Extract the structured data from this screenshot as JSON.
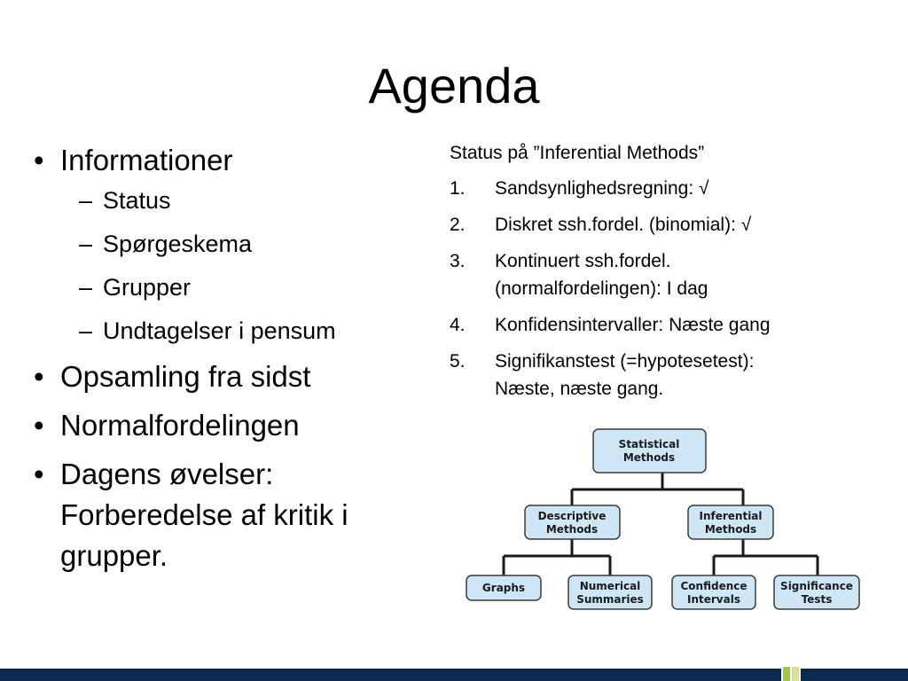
{
  "slide": {
    "title": "Agenda"
  },
  "left_list": {
    "bullet_symbol": "•",
    "sub_symbol": "–",
    "informationer": "Informationer",
    "sub_items": [
      "Status",
      "Spørgeskema",
      "Grupper",
      "Undtagelser i pensum"
    ],
    "opsamling": "Opsamling fra sidst",
    "normalfordelingen": "Normalfordelingen",
    "dagens_lines": [
      "Dagens øvelser:",
      "Forberedelse af kritik i",
      "grupper."
    ]
  },
  "status": {
    "heading": "Status på ”Inferential Methods”",
    "items": [
      {
        "num": "1.",
        "lines": [
          "Sandsynlighedsregning: √"
        ]
      },
      {
        "num": "2.",
        "lines": [
          "Diskret ssh.fordel. (binomial): √"
        ]
      },
      {
        "num": "3.",
        "lines": [
          "Kontinuert ssh.fordel.",
          "(normalfordelingen): I dag"
        ]
      },
      {
        "num": "4.",
        "lines": [
          "Konfidensintervaller: Næste gang"
        ]
      },
      {
        "num": "5.",
        "lines": [
          "Signifikanstest (=hypotesetest):",
          "Næste, næste gang."
        ]
      }
    ]
  },
  "diagram": {
    "box_fill": "#cfe6f7",
    "box_stroke": "#3a3a3a",
    "root": [
      "Statistical",
      "Methods"
    ],
    "descriptive": [
      "Descriptive",
      "Methods"
    ],
    "inferential": [
      "Inferential",
      "Methods"
    ],
    "graphs": [
      "Graphs"
    ],
    "numerical": [
      "Numerical",
      "Summaries"
    ],
    "confidence": [
      "Confidence",
      "Intervals"
    ],
    "significance": [
      "Significance",
      "Tests"
    ]
  },
  "footer": {
    "bar_color": "#0b2a4c",
    "accent_colors": [
      "#a8c44a",
      "#d5e39a"
    ]
  }
}
